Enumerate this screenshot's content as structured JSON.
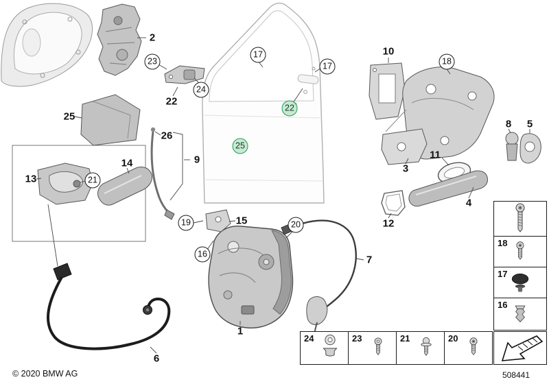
{
  "meta": {
    "copyright": "© 2020 BMW AG",
    "diagram_number": "508441"
  },
  "colors": {
    "highlight_green": "#1f9d57",
    "highlight_fill": "#c9e8d2",
    "part_fill": "#cccccc",
    "outline": "#555555"
  },
  "callouts": {
    "actuator_2": {
      "label": "2"
    },
    "hinge_23": {
      "label": "23"
    },
    "hinge_24": {
      "label": "24"
    },
    "hinge_22": {
      "label": "22"
    },
    "speaker_25": {
      "label": "25"
    },
    "door_17_a": {
      "label": "17"
    },
    "door_17_b": {
      "label": "17"
    },
    "door_22": {
      "label": "22",
      "highlighted": true
    },
    "door_25": {
      "label": "25",
      "highlighted": true
    },
    "rail_26": {
      "label": "26"
    },
    "rail_9": {
      "label": "9"
    },
    "bracket_10": {
      "label": "10"
    },
    "carrier_18": {
      "label": "18"
    },
    "cylinder_8": {
      "label": "8"
    },
    "cap_5": {
      "label": "5"
    },
    "seal_11": {
      "label": "11"
    },
    "support_3": {
      "label": "3"
    },
    "inner_handle_13": {
      "label": "13"
    },
    "inner_handle_21": {
      "label": "21"
    },
    "trim_14": {
      "label": "14"
    },
    "seal_12": {
      "label": "12"
    },
    "outer_handle_4": {
      "label": "4"
    },
    "hinge_19": {
      "label": "19"
    },
    "bracket_15": {
      "label": "15"
    },
    "screw_16": {
      "label": "16"
    },
    "screw_20": {
      "label": "20"
    },
    "lock_1": {
      "label": "1"
    },
    "cable_7": {
      "label": "7"
    },
    "cable_6": {
      "label": "6"
    }
  },
  "legend": {
    "right_column": [
      {
        "label": "",
        "icon": "long-screw-icon"
      },
      {
        "label": "18",
        "icon": "torx-screw-icon"
      },
      {
        "label": "17",
        "icon": "dome-grommet-icon"
      },
      {
        "label": "16",
        "icon": "expanding-rivet-icon"
      }
    ],
    "bottom_row": [
      {
        "label": "24",
        "icon": "grommet-nut-icon"
      },
      {
        "label": "23",
        "icon": "pan-screw-icon"
      },
      {
        "label": "21",
        "icon": "washer-screw-icon"
      },
      {
        "label": "20",
        "icon": "torx-screw-icon"
      }
    ],
    "arrow_box": {
      "icon": "direction-arrow-icon"
    }
  }
}
